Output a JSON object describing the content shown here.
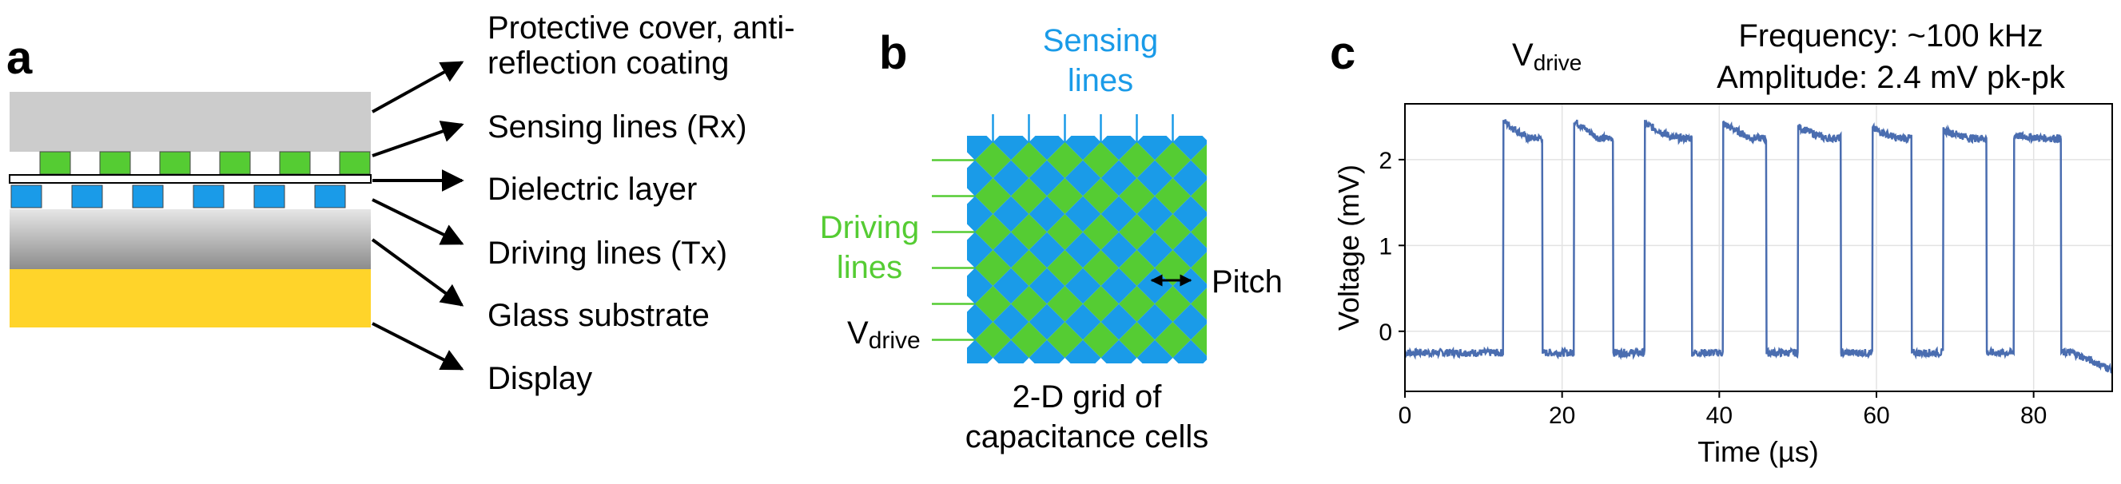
{
  "colors": {
    "green": "#55cc33",
    "blue": "#1a9be8",
    "gray": "#cccccc",
    "yellow": "#ffd42a",
    "trace": "#4a6db0",
    "sensing_text": "#1a9be8",
    "driving_text": "#55cc33"
  },
  "panel_a": {
    "letter": "a",
    "layers": [
      "Protective cover, anti-reflection coating",
      "Sensing lines (Rx)",
      "Dielectric layer",
      "Driving lines (Tx)",
      "Glass substrate",
      "Display"
    ],
    "cover_line1": "Protective cover, anti-",
    "cover_line2": "reflection coating"
  },
  "panel_b": {
    "letter": "b",
    "sensing_label_1": "Sensing",
    "sensing_label_2": "lines",
    "driving_label_1": "Driving",
    "driving_label_2": "lines",
    "vdrive_main": "V",
    "vdrive_sub": "drive",
    "pitch_label": "Pitch",
    "caption_line1": "2-D grid of",
    "caption_line2": "capacitance cells"
  },
  "panel_c": {
    "letter": "c",
    "vdrive_main": "V",
    "vdrive_sub": "drive",
    "frequency": "Frequency: ~100 kHz",
    "amplitude": "Amplitude: 2.4 mV pk-pk"
  },
  "chart_data": {
    "type": "line",
    "xlabel": "Time (µs)",
    "ylabel": "Voltage (mV)",
    "xlim": [
      0,
      90
    ],
    "ylim": [
      -0.7,
      2.65
    ],
    "xticks": [
      0,
      20,
      40,
      60,
      80
    ],
    "yticks": [
      0,
      1,
      2
    ],
    "grid": true,
    "series": [
      {
        "low_level": -0.25,
        "high_level": 2.25,
        "pulses": [
          {
            "start": 12.5,
            "end": 17.5,
            "peak": 2.45
          },
          {
            "start": 21.5,
            "end": 26.5,
            "peak": 2.45
          },
          {
            "start": 30.5,
            "end": 36.5,
            "peak": 2.42
          },
          {
            "start": 40.5,
            "end": 46.0,
            "peak": 2.42
          },
          {
            "start": 50.0,
            "end": 55.5,
            "peak": 2.38
          },
          {
            "start": 59.5,
            "end": 64.5,
            "peak": 2.36
          },
          {
            "start": 68.5,
            "end": 74.0,
            "peak": 2.34
          },
          {
            "start": 77.5,
            "end": 83.5,
            "peak": 2.28
          }
        ],
        "tail_end": -0.45
      }
    ]
  }
}
